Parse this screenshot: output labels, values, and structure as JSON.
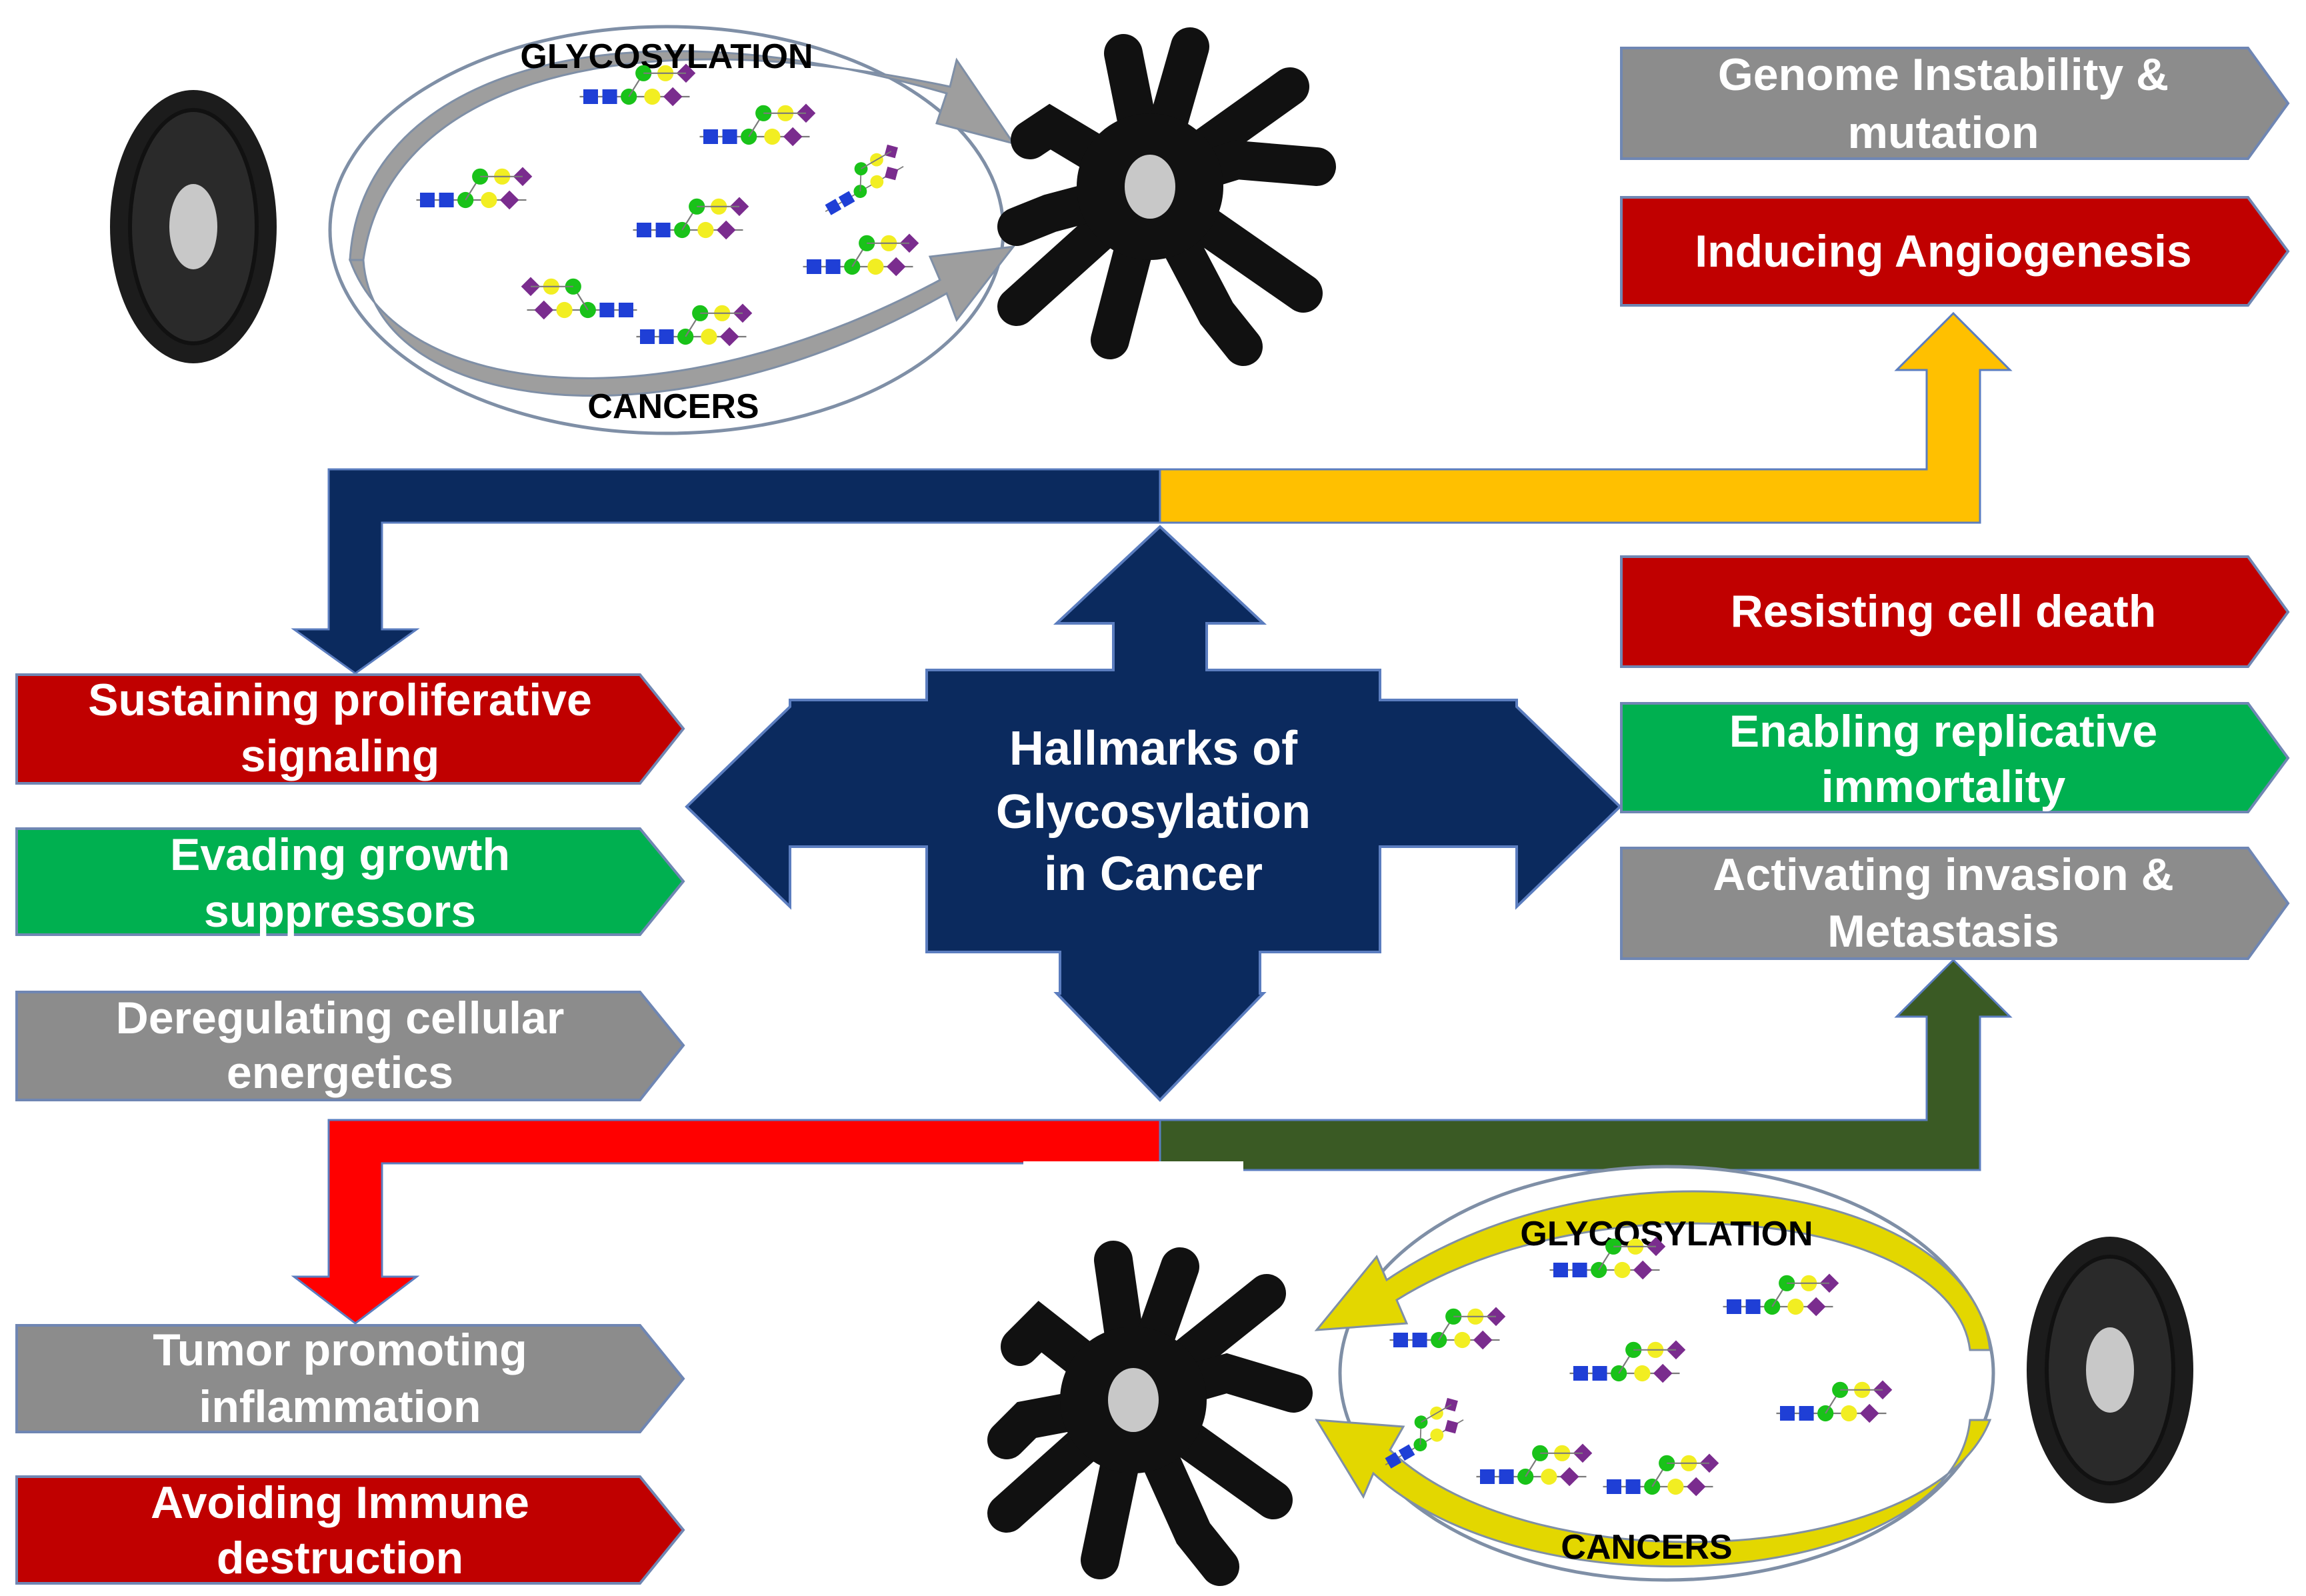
{
  "center": {
    "lines": [
      "Hallmarks of",
      "Glycosylation",
      "in Cancer"
    ],
    "color": "#0b2a5e"
  },
  "colors": {
    "red": "#c00000",
    "green": "#00b050",
    "gray": "#8c8c8c",
    "navy": "#0b2a5e",
    "gold": "#ffc000",
    "bright_red": "#ff0000",
    "olive": "#3a5a24",
    "yellow": "#f0f000"
  },
  "hallmarks": {
    "genome": {
      "lines": [
        "Genome Instability &",
        "mutation"
      ],
      "color": "gray"
    },
    "angiogenesis": {
      "lines": [
        "Inducing Angiogenesis"
      ],
      "color": "red"
    },
    "cell_death": {
      "lines": [
        "Resisting cell death"
      ],
      "color": "red"
    },
    "replicative": {
      "lines": [
        "Enabling replicative",
        "immortality"
      ],
      "color": "green"
    },
    "invasion": {
      "lines": [
        "Activating invasion &",
        "Metastasis"
      ],
      "color": "gray"
    },
    "proliferative": {
      "lines": [
        "Sustaining proliferative",
        "signaling"
      ],
      "color": "red"
    },
    "growth": {
      "lines": [
        "Evading growth",
        "suppressors"
      ],
      "color": "green"
    },
    "energetics": {
      "lines": [
        "Deregulating cellular",
        "energetics"
      ],
      "color": "gray"
    },
    "inflammation": {
      "lines": [
        "Tumor promoting",
        "inflammation"
      ],
      "color": "gray"
    },
    "immune": {
      "lines": [
        "Avoiding Immune",
        "destruction"
      ],
      "color": "red"
    }
  },
  "cycles": {
    "top": {
      "label_top": "GLYCOSYLATION",
      "label_bottom": "CANCERS"
    },
    "bottom": {
      "label_top": "GLYCOSYLATION",
      "label_bottom": "CANCERS"
    }
  },
  "icons": {
    "normal_cell": "normal-cell-icon",
    "cancer_cell": "cancer-cell-icon",
    "glycan": "glycan-chain-icon"
  }
}
